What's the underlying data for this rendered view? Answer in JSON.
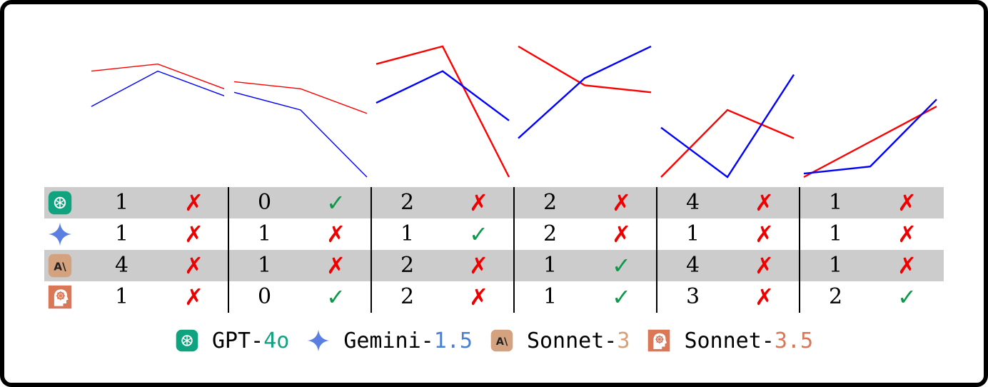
{
  "chart_data": {
    "type": "line",
    "panels": [
      {
        "red": [
          4.0,
          4.2,
          3.5
        ],
        "blue": [
          3.0,
          4.0,
          3.3
        ]
      },
      {
        "red": [
          3.7,
          3.5,
          2.8
        ],
        "blue": [
          3.4,
          2.9,
          1.0
        ]
      },
      {
        "red": [
          4.2,
          4.7,
          1.0
        ],
        "blue": [
          3.1,
          4.0,
          2.6
        ]
      },
      {
        "red": [
          4.7,
          3.6,
          3.4
        ],
        "blue": [
          2.1,
          3.8,
          4.7
        ]
      },
      {
        "red": [
          1.0,
          2.9,
          2.1
        ],
        "blue": [
          2.4,
          1.0,
          3.9
        ]
      },
      {
        "red": [
          1.0,
          2.0,
          3.0
        ],
        "blue": [
          1.1,
          1.3,
          3.2
        ]
      }
    ],
    "models": [
      {
        "name": "GPT-4o",
        "values": [
          1,
          0,
          2,
          2,
          4,
          1
        ],
        "correct": [
          false,
          true,
          false,
          false,
          false,
          false
        ]
      },
      {
        "name": "Gemini-1.5",
        "values": [
          1,
          1,
          1,
          2,
          1,
          1
        ],
        "correct": [
          false,
          false,
          true,
          false,
          false,
          false
        ]
      },
      {
        "name": "Sonnet-3",
        "values": [
          4,
          1,
          2,
          1,
          4,
          1
        ],
        "correct": [
          false,
          false,
          false,
          true,
          false,
          false
        ]
      },
      {
        "name": "Sonnet-3.5",
        "values": [
          1,
          0,
          2,
          1,
          3,
          2
        ],
        "correct": [
          false,
          true,
          false,
          true,
          false,
          true
        ]
      }
    ],
    "grid": false
  },
  "legend": [
    {
      "icon": "gpt-4o-logo-icon",
      "prefix": "GPT-",
      "suffix": "4o",
      "suffix_color": "#10a37f"
    },
    {
      "icon": "gemini-logo-icon",
      "prefix": "Gemini-",
      "suffix": "1.5",
      "suffix_color": "#4a7fd6"
    },
    {
      "icon": "sonnet-3-logo-icon",
      "prefix": "Sonnet-",
      "suffix": "3",
      "suffix_color": "#d6a07a"
    },
    {
      "icon": "sonnet-3-5-logo-icon",
      "prefix": "Sonnet-",
      "suffix": "3.5",
      "suffix_color": "#d97757"
    }
  ],
  "colors": {
    "red_line": "#ff0000",
    "blue_line": "#0000ff",
    "check": "#0a9a4a",
    "cross": "#ee0000",
    "row_shade": "#cccccc"
  },
  "marks": {
    "check": "✓",
    "cross": "✗"
  }
}
